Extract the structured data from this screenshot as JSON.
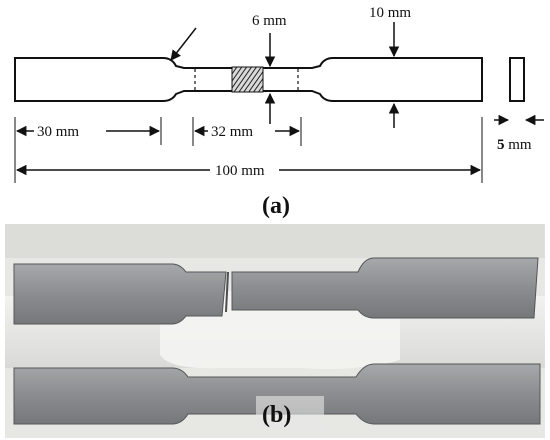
{
  "panel_a": {
    "label_prefix": "(",
    "label_letter": "a",
    "label_suffix": ")",
    "dims": {
      "six": "6 mm",
      "ten": "10 mm",
      "thirty": "30 mm",
      "thirty_two": "32 mm",
      "hundred": "100 mm",
      "five_num": "5",
      "five_unit": " mm"
    }
  },
  "panel_b": {
    "label_prefix": "(",
    "label_letter": "b",
    "label_suffix": ")"
  },
  "colors": {
    "line": "#111111",
    "photo_background": "#e6e6e4",
    "specimen_metal": "#8e8f91",
    "specimen_dark": "#6f7073"
  }
}
